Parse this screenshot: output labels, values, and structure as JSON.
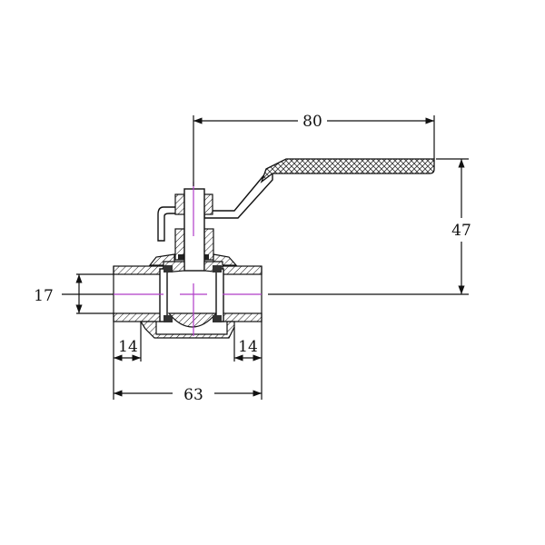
{
  "title": "Ball valve dimension drawing",
  "dimensions": {
    "lever_length": "80",
    "height_to_lever": "47",
    "bore_diameter": "17",
    "thread_length_left": "14",
    "thread_length_right": "14",
    "overall_length": "63"
  },
  "colors": {
    "line": "#111111",
    "centerline": "#b03cc8",
    "background": "#ffffff"
  }
}
